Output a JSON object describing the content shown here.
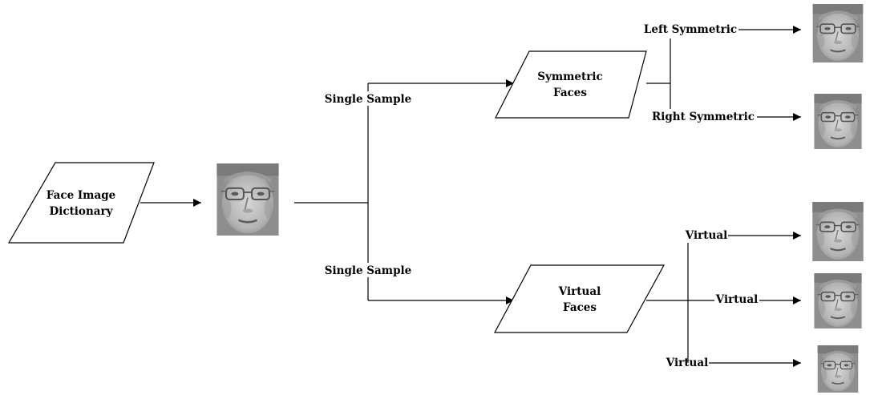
{
  "colors": {
    "line": "#000000",
    "background": "#ffffff",
    "face_bg": "#8e8e8e"
  },
  "dictionary": {
    "label_line1": "Face Image",
    "label_line2": "Dictionary"
  },
  "symmetric": {
    "label_line1": "Symmetric",
    "label_line2": "Faces"
  },
  "virtual": {
    "label_line1": "Virtual",
    "label_line2": "Faces"
  },
  "branch_labels": {
    "top": "Single Sample",
    "bottom": "Single Sample"
  },
  "outputs": {
    "left_symmetric": "Left Symmetric",
    "right_symmetric": "Right Symmetric",
    "virtual_1": "Virtual",
    "virtual_2": "Virtual",
    "virtual_3": "Virtual"
  },
  "images": {
    "input": "face-photo",
    "left_symmetric": "face-photo",
    "right_symmetric": "face-photo",
    "virtual_1": "face-photo",
    "virtual_2": "face-photo",
    "virtual_3": "face-photo"
  }
}
